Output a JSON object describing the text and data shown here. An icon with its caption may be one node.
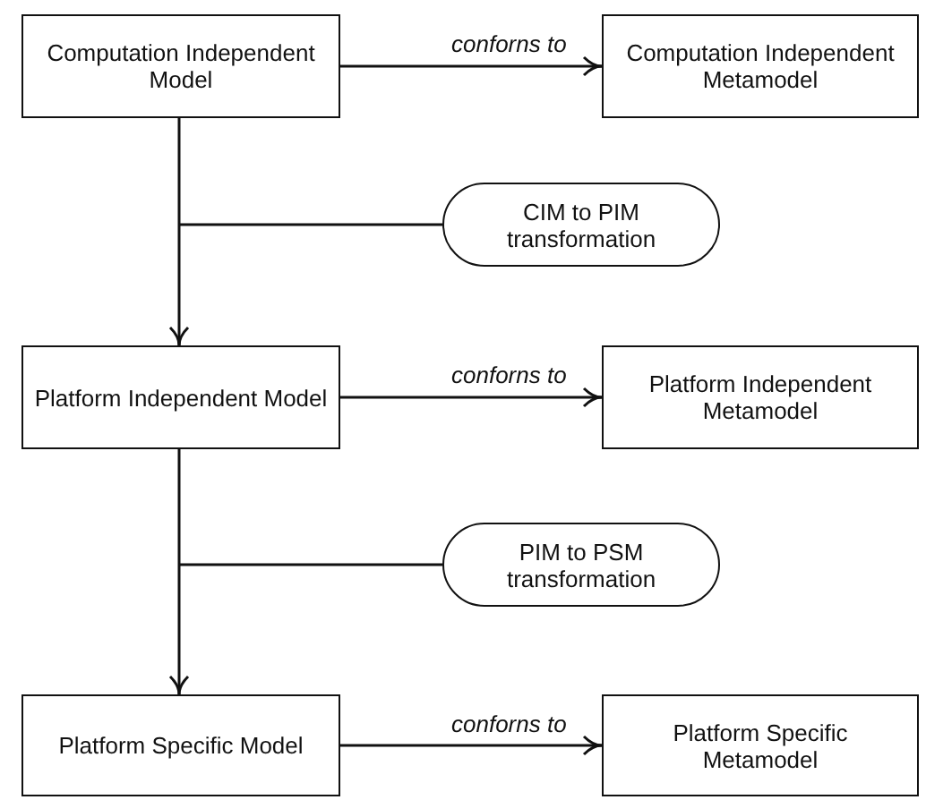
{
  "diagram": {
    "nodes": [
      {
        "text": [
          "Computation Independent Model"
        ]
      },
      {
        "text": [
          "Computation Independent Metamodel"
        ]
      },
      {
        "text": [
          "CIM to PIM transformation"
        ]
      },
      {
        "text": [
          "Platform Independent Model"
        ]
      },
      {
        "text": [
          "Platform Independent Metamodel"
        ]
      },
      {
        "text": [
          "PIM to PSM transformation"
        ]
      },
      {
        "text": [
          "Platform Specific Model"
        ]
      },
      {
        "text": [
          "Platform Specific Metamodel"
        ]
      }
    ],
    "edges": [
      {
        "from": 0,
        "to": 1,
        "arrow": "to",
        "label": "conforns to"
      },
      {
        "from": 0,
        "to": 3,
        "arrow": "to"
      },
      {
        "from": 2,
        "to": null,
        "arrow": "none"
      },
      {
        "from": 3,
        "to": 4,
        "arrow": "to",
        "label": "conforns to"
      },
      {
        "from": 3,
        "to": 6,
        "arrow": "to"
      },
      {
        "from": 5,
        "to": null,
        "arrow": "none"
      },
      {
        "from": 6,
        "to": 7,
        "arrow": "to",
        "label": "conforns to"
      }
    ]
  }
}
